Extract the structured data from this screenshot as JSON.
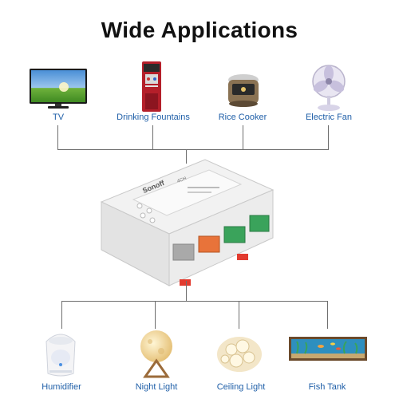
{
  "header": {
    "title": "Wide Applications"
  },
  "top_appliances": [
    {
      "label": "TV",
      "icon": "tv-icon"
    },
    {
      "label": "Drinking Fountains",
      "icon": "water-dispenser-icon"
    },
    {
      "label": "Rice Cooker",
      "icon": "rice-cooker-icon"
    },
    {
      "label": "Electric Fan",
      "icon": "fan-icon"
    }
  ],
  "bottom_appliances": [
    {
      "label": "Humidifier",
      "icon": "humidifier-icon"
    },
    {
      "label": "Night Light",
      "icon": "night-light-icon"
    },
    {
      "label": "Ceiling Light",
      "icon": "ceiling-light-icon"
    },
    {
      "label": "Fish Tank",
      "icon": "fish-tank-icon"
    }
  ],
  "device": {
    "brand": "Sonoff",
    "model": "4CH",
    "icon": "smart-switch-icon"
  },
  "colors": {
    "label": "#1f5fa8",
    "line": "#6e6e6e",
    "terminal_green": "#3aa35b",
    "terminal_orange": "#e8733a"
  }
}
